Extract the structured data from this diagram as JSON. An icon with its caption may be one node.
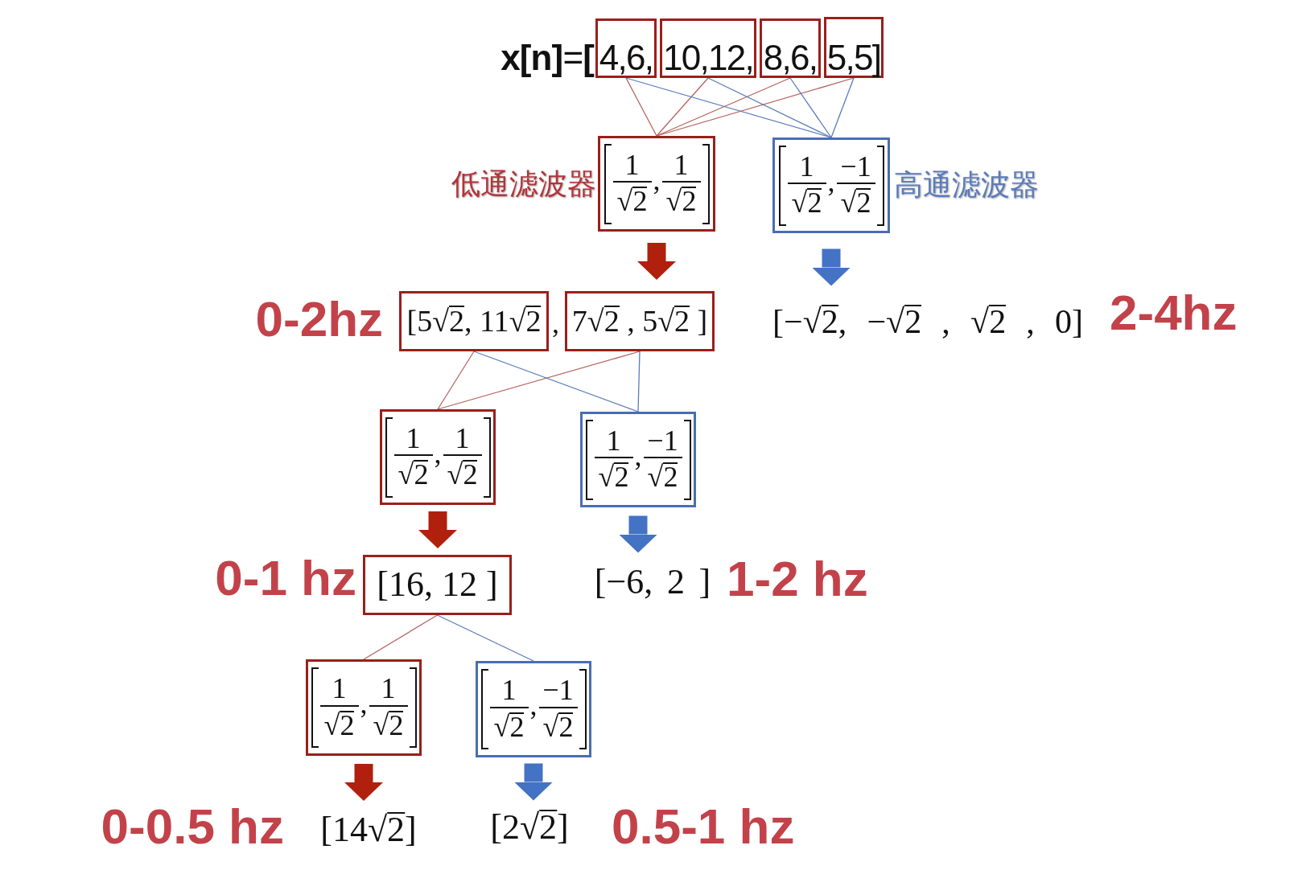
{
  "diagram": {
    "nodes": [
      {
        "text": [
          "4,6,"
        ]
      },
      {
        "text": [
          "10,12,"
        ]
      },
      {
        "text": [
          "8,6,"
        ]
      },
      {
        "text": [
          "5,5]"
        ]
      },
      {
        "text": [
          "1",
          "√2",
          ",",
          "1",
          "√2"
        ],
        "beside": [
          "低通滤波器"
        ]
      },
      {
        "text": [
          "1",
          "√2",
          ",",
          "−1",
          "√2"
        ],
        "beside": [
          "高通滤波器"
        ]
      },
      {
        "text": [
          "[5√2, 11√2"
        ],
        "beside": [
          "0-2hz"
        ]
      },
      {
        "text": [
          "7√2 , 5√2 ]"
        ]
      },
      {
        "text": [
          "[−√2, −√2 , √2 , 0]"
        ],
        "beside": [
          "2-4hz"
        ]
      },
      {
        "text": [
          "1",
          "√2",
          ",",
          "1",
          "√2"
        ]
      },
      {
        "text": [
          "1",
          "√2",
          ",",
          "−1",
          "√2"
        ]
      },
      {
        "text": [
          "[16, 12 ]"
        ],
        "beside": [
          "0-1 hz"
        ]
      },
      {
        "text": [
          "[−6, 2 ]"
        ],
        "beside": [
          "1-2 hz"
        ]
      },
      {
        "text": [
          "1",
          "√2",
          ",",
          "1",
          "√2"
        ]
      },
      {
        "text": [
          "1",
          "√2",
          ",",
          "−1",
          "√2"
        ]
      },
      {
        "text": [
          "[14√2]"
        ],
        "beside": [
          "0-0.5 hz"
        ]
      },
      {
        "text": [
          "[2√2]"
        ],
        "beside": [
          "0.5-1 hz"
        ]
      }
    ],
    "edges": [
      {
        "from": 0,
        "to": 4,
        "arrow": "none",
        "color": "#b5625f"
      },
      {
        "from": 1,
        "to": 4,
        "arrow": "none",
        "color": "#b5625f"
      },
      {
        "from": 2,
        "to": 4,
        "arrow": "none",
        "color": "#b5625f"
      },
      {
        "from": 3,
        "to": 4,
        "arrow": "none",
        "color": "#b5625f"
      },
      {
        "from": 0,
        "to": 5,
        "arrow": "none",
        "color": "#5a7bbd"
      },
      {
        "from": 1,
        "to": 5,
        "arrow": "none",
        "color": "#5a7bbd"
      },
      {
        "from": 2,
        "to": 5,
        "arrow": "none",
        "color": "#5a7bbd"
      },
      {
        "from": 3,
        "to": 5,
        "arrow": "none",
        "color": "#5a7bbd"
      },
      {
        "from": 4,
        "to": 7,
        "arrow": "to",
        "style": "thick",
        "color": "#b0200c"
      },
      {
        "from": 5,
        "to": 8,
        "arrow": "to",
        "style": "thick",
        "color": "#4472c4"
      },
      {
        "from": 6,
        "to": 9,
        "arrow": "none",
        "color": "#b5625f"
      },
      {
        "from": 7,
        "to": 9,
        "arrow": "none",
        "color": "#b5625f"
      },
      {
        "from": 6,
        "to": 10,
        "arrow": "none",
        "color": "#5a7bbd"
      },
      {
        "from": 7,
        "to": 10,
        "arrow": "none",
        "color": "#5a7bbd"
      },
      {
        "from": 9,
        "to": 11,
        "arrow": "to",
        "style": "thick",
        "color": "#b0200c"
      },
      {
        "from": 10,
        "to": 12,
        "arrow": "to",
        "style": "thick",
        "color": "#4472c4"
      },
      {
        "from": 11,
        "to": 13,
        "arrow": "none",
        "color": "#b5625f"
      },
      {
        "from": 11,
        "to": 14,
        "arrow": "none",
        "color": "#5a7bbd"
      },
      {
        "from": 13,
        "to": 15,
        "arrow": "to",
        "style": "thick",
        "color": "#b0200c"
      },
      {
        "from": 14,
        "to": 16,
        "arrow": "to",
        "style": "thick",
        "color": "#4472c4"
      }
    ],
    "labels": [
      "**x[n]**=**[**",
      ","
    ]
  }
}
